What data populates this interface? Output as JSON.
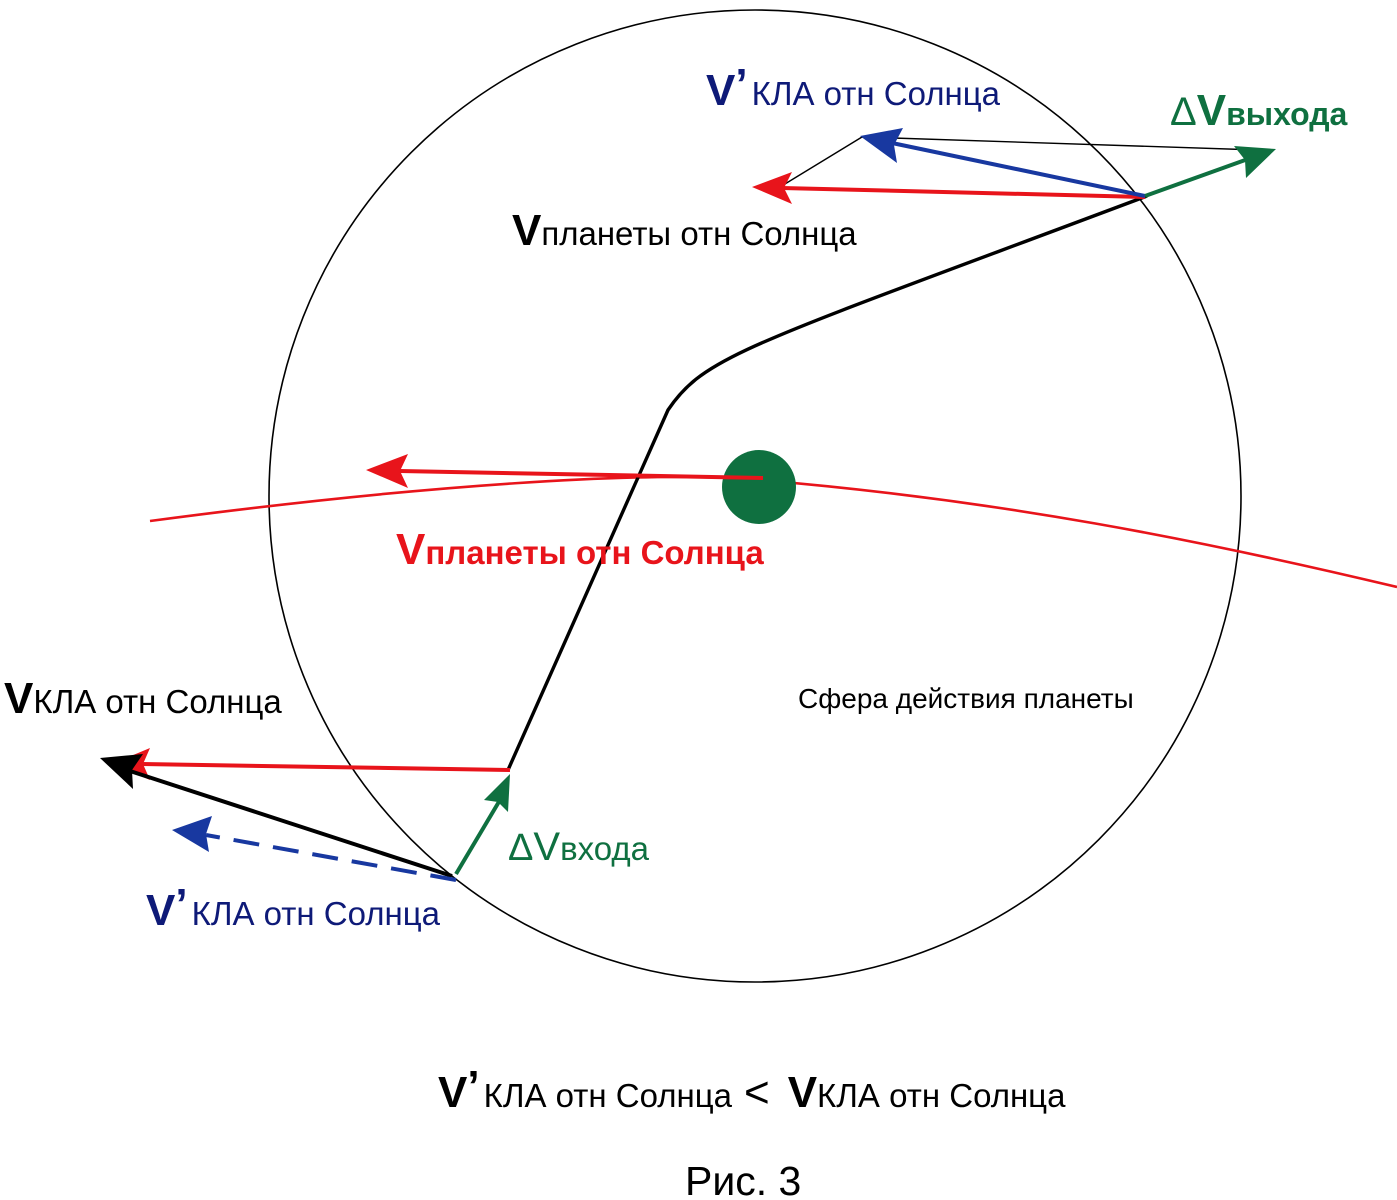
{
  "colors": {
    "red": "#e8141b",
    "blue": "#1838a0",
    "navy": "#0e1a78",
    "green": "#0f7040",
    "black": "#000000"
  },
  "labels": {
    "v_prime_top": {
      "main": "V",
      "sup": "’",
      "sub": "КЛА отн Солнца"
    },
    "dv_exit": {
      "delta": "Δ",
      "main": "V",
      "sub": "выхода"
    },
    "v_planet_top": {
      "main": "V",
      "sub": "планеты отн Солнца"
    },
    "v_planet_mid": {
      "main": "V",
      "sub": "планеты отн Солнца"
    },
    "v_kla_left": {
      "main": "V",
      "sub": "КЛА отн Солнца"
    },
    "sphere": "Сфера действия планеты",
    "dv_entry": {
      "delta": "Δ",
      "main": "V",
      "sub": "входа"
    },
    "v_prime_bottom": {
      "main": "V",
      "sup": "’",
      "sub": "КЛА отн Солнца"
    }
  },
  "formula": {
    "lhs": {
      "main": "V",
      "sup": "’",
      "sub": "КЛА отн Солнца"
    },
    "op": "<",
    "rhs": {
      "main": "V",
      "sub": "КЛА отн Солнца"
    }
  },
  "caption": "Рис. 3"
}
